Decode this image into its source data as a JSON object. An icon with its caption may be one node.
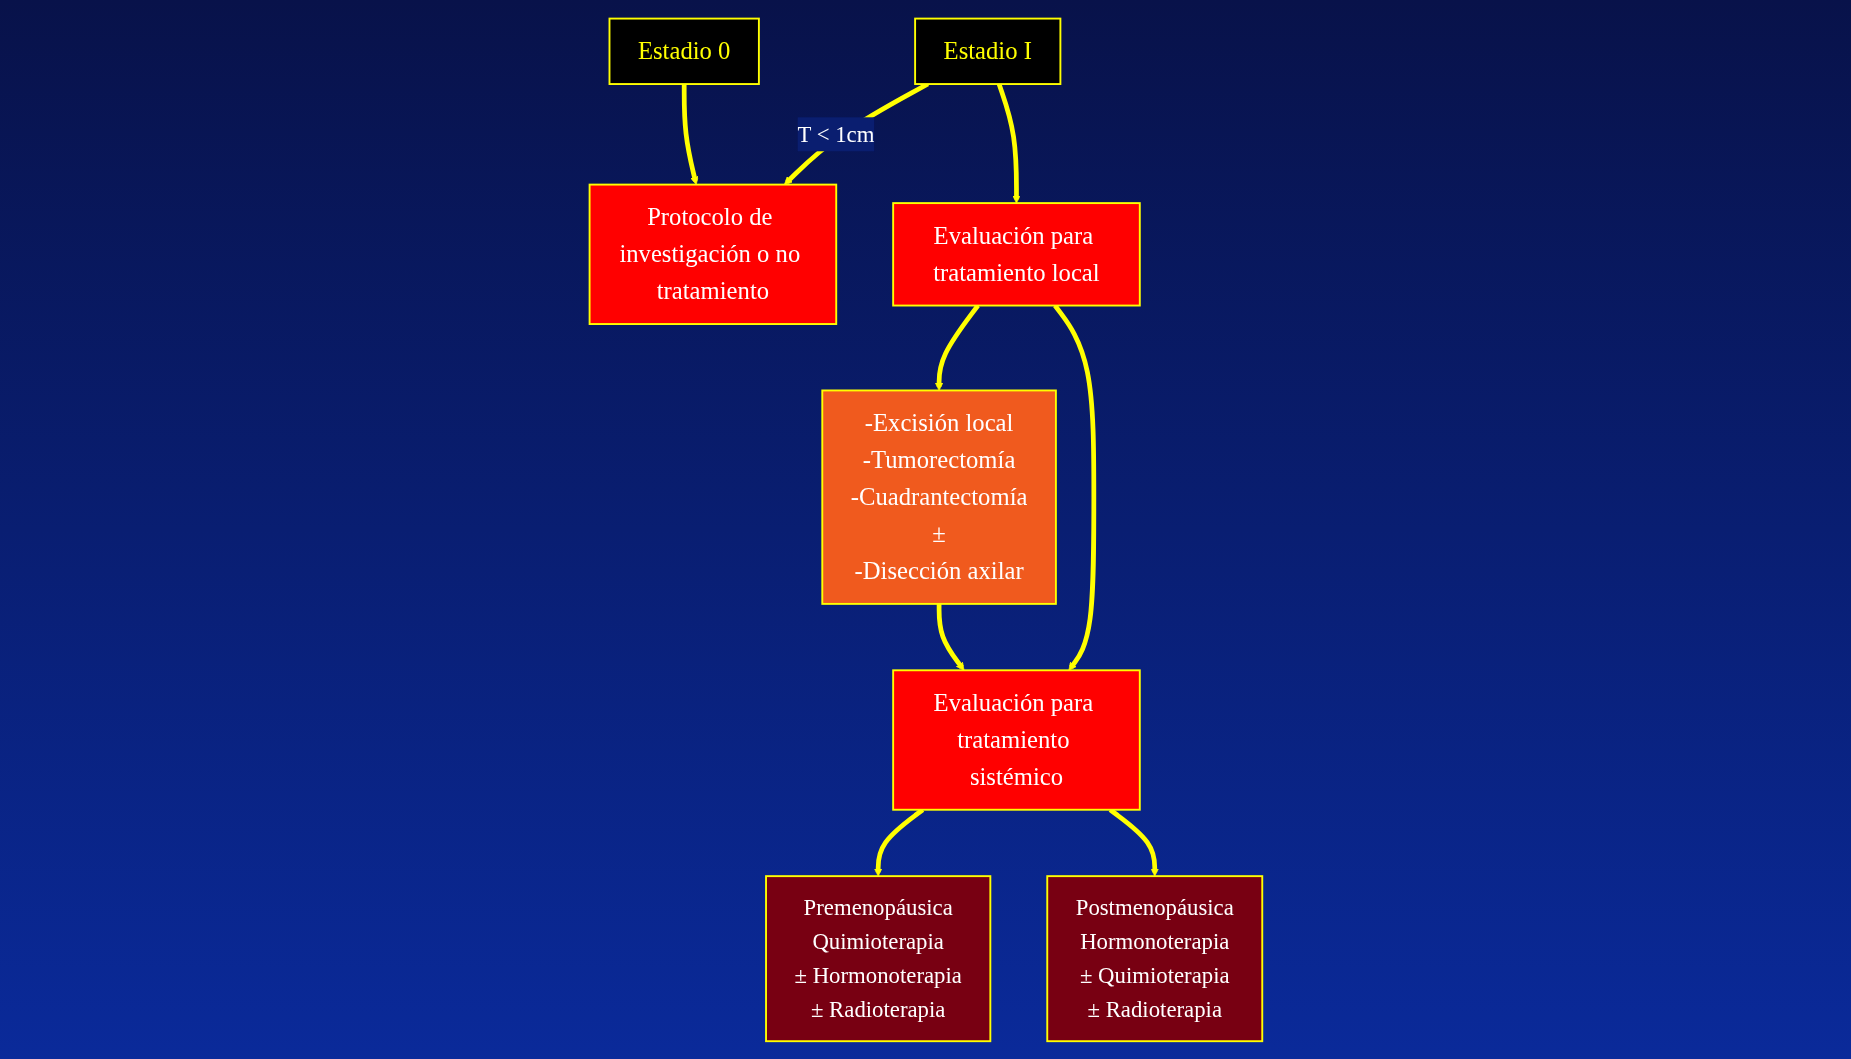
{
  "diagram": {
    "nodes": [
      {
        "text": [
          "Estadio 0"
        ]
      },
      {
        "text": [
          "Estadio I"
        ]
      },
      {
        "text": [
          "-Excisión local",
          "-Tumorectomía",
          "-Cuadrantectomía",
          "±",
          "-Disección axilar"
        ]
      },
      {
        "text": [
          "Evaluación para tratamiento local"
        ]
      },
      {
        "text": [
          "Protocolo de investigación o no tratamiento"
        ]
      },
      {
        "text": [
          "Evaluación para tratamiento sistémico"
        ]
      },
      {
        "text": [
          "Premenopáusica",
          "Quimioterapia",
          "± Hormonoterapia",
          "± Radioterapia"
        ]
      },
      {
        "text": [
          "Postmenopáusica",
          "Hormonoterapia",
          "± Quimioterapia",
          "± Radioterapia"
        ]
      }
    ],
    "edges": [
      {
        "from": 0,
        "to": 4,
        "arrow": "to"
      },
      {
        "from": 1,
        "to": 4,
        "arrow": "to",
        "label": "T < 1cm"
      },
      {
        "from": 1,
        "to": 3,
        "arrow": "to"
      },
      {
        "from": 3,
        "to": 2,
        "arrow": "to"
      },
      {
        "from": 3,
        "to": 5,
        "arrow": "to"
      },
      {
        "from": 2,
        "to": 5,
        "arrow": "to"
      },
      {
        "from": 5,
        "to": 6,
        "arrow": "to"
      },
      {
        "from": 5,
        "to": 7,
        "arrow": "to"
      }
    ]
  }
}
